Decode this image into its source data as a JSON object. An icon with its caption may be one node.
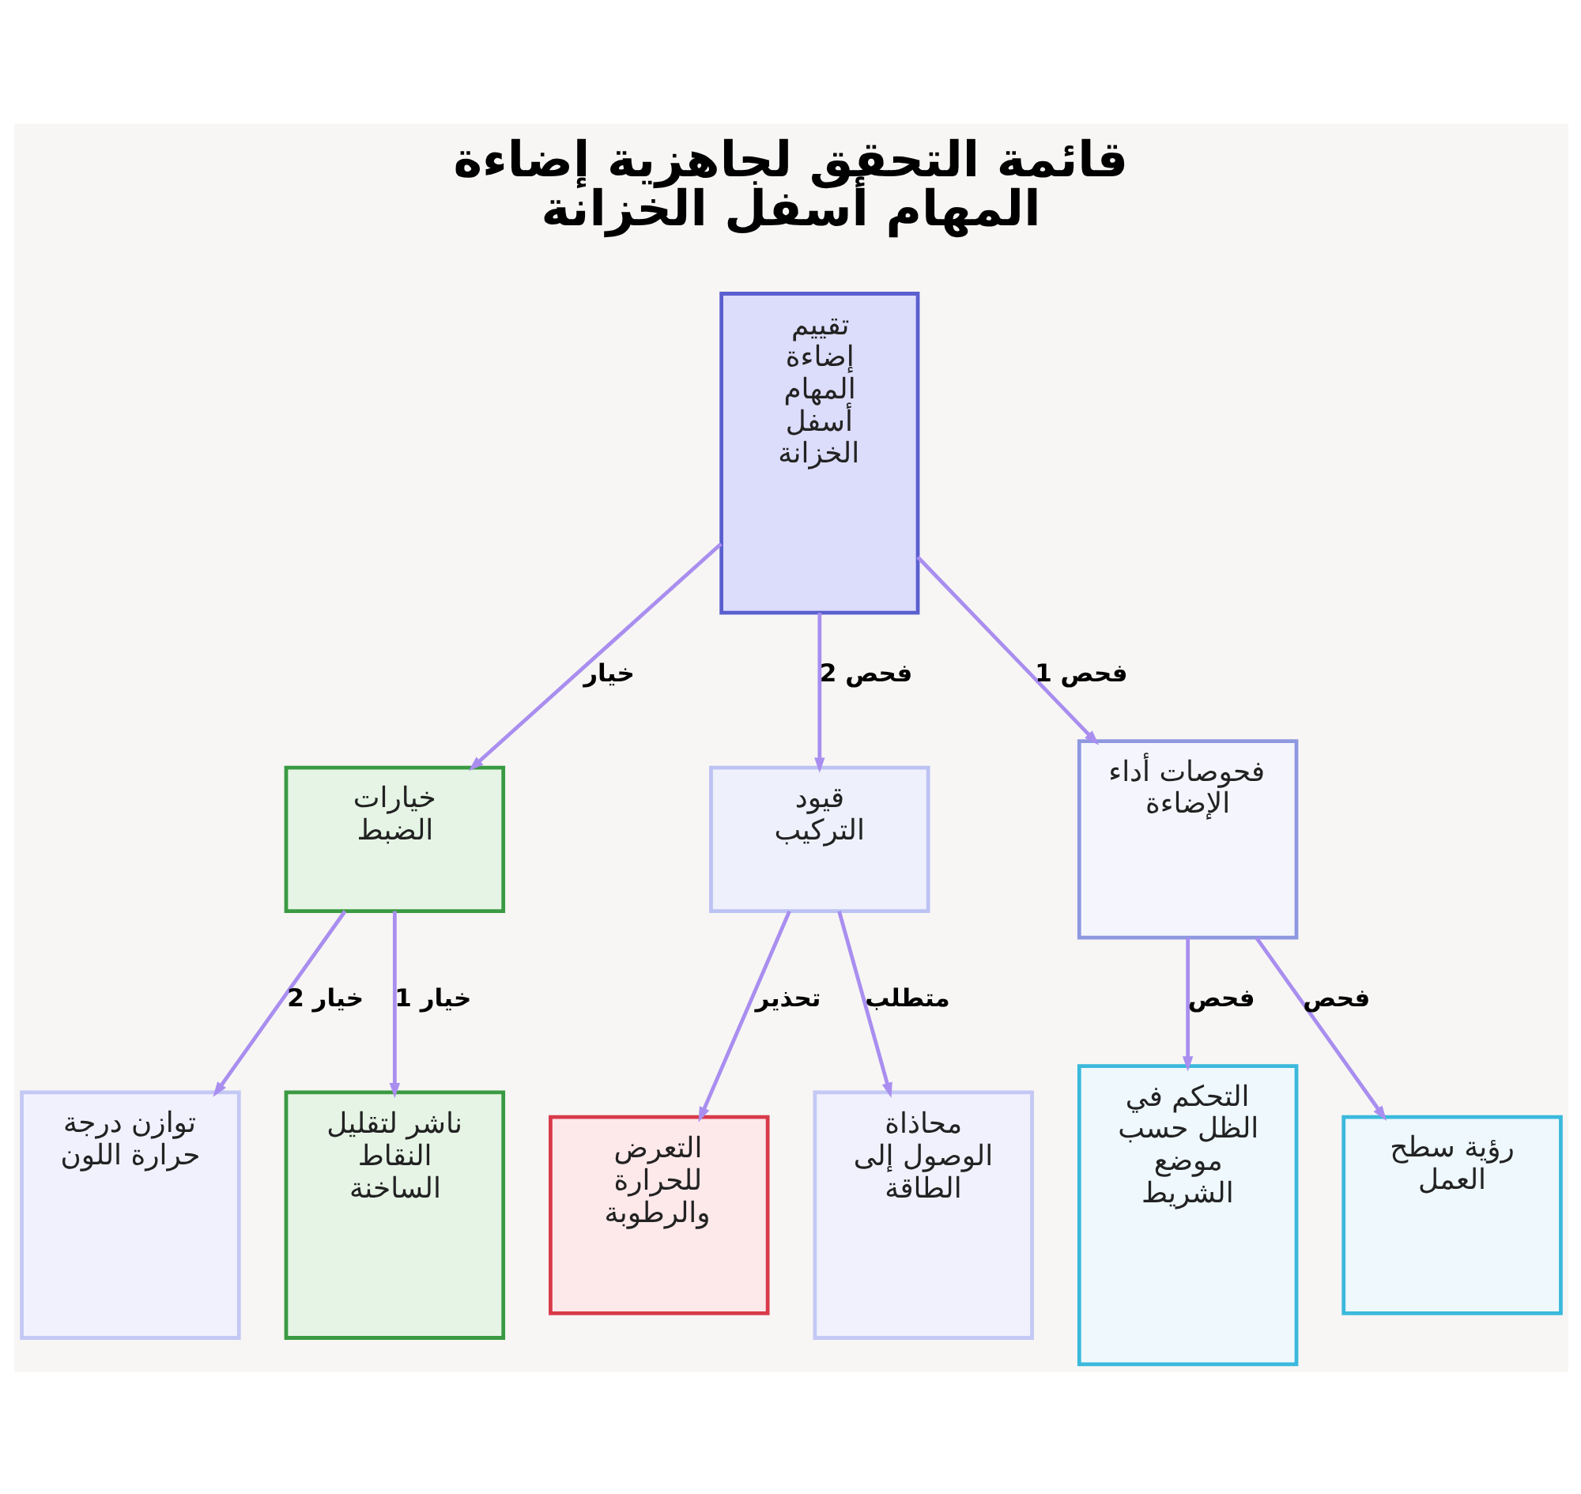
{
  "diagram": {
    "title": "قائمة التحقق لجاهزية إضاءة المهام أسفل الخزانة",
    "nodes": [
      {
        "text": [
          "تقييم إضاءة المهام أسفل الخزانة"
        ]
      },
      {
        "text": [
          "فحوصات أداء الإضاءة"
        ]
      },
      {
        "text": [
          "قيود التركيب"
        ]
      },
      {
        "text": [
          "خيارات الضبط"
        ]
      },
      {
        "text": [
          "رؤية سطح العمل"
        ]
      },
      {
        "text": [
          "التحكم في الظل حسب موضع الشريط"
        ]
      },
      {
        "text": [
          "محاذاة الوصول إلى الطاقة"
        ]
      },
      {
        "text": [
          "التعرض للحرارة والرطوبة"
        ]
      },
      {
        "text": [
          "ناشر لتقليل النقاط الساخنة"
        ]
      },
      {
        "text": [
          "توازن درجة حرارة اللون"
        ]
      }
    ],
    "edges": [
      {
        "from": 0,
        "to": 1,
        "arrow": "to",
        "label": "فحص 1"
      },
      {
        "from": 0,
        "to": 2,
        "arrow": "to",
        "label": "فحص 2"
      },
      {
        "from": 0,
        "to": 3,
        "arrow": "to",
        "label": "خيار"
      },
      {
        "from": 1,
        "to": 4,
        "arrow": "to",
        "label": "فحص"
      },
      {
        "from": 1,
        "to": 5,
        "arrow": "to",
        "label": "فحص"
      },
      {
        "from": 2,
        "to": 6,
        "arrow": "to",
        "label": "متطلب"
      },
      {
        "from": 2,
        "to": 7,
        "arrow": "to",
        "label": "تحذير"
      },
      {
        "from": 3,
        "to": 8,
        "arrow": "to",
        "label": "خيار 1"
      },
      {
        "from": 3,
        "to": 9,
        "arrow": "to",
        "label": "خيار 2"
      }
    ]
  }
}
